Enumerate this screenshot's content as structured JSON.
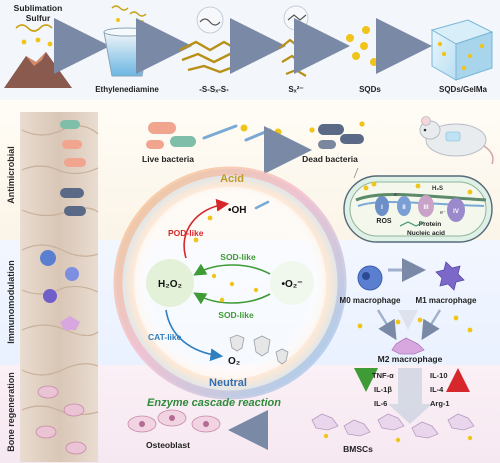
{
  "top_flow": {
    "source_label_line1": "Sublimation",
    "source_label_line2": "Sulfur",
    "steps": [
      "Ethylenediamine",
      "-S-Sₓ-S-",
      "Sₓ²⁻",
      "SQDs",
      "SQDs/GelMa"
    ]
  },
  "side_labels": {
    "antimicrobial": "Antimicrobial",
    "immunomodulation": "Immunomodulation",
    "bone_regeneration": "Bone regeneration"
  },
  "bacteria": {
    "live_label": "Live bacteria",
    "dead_label": "Dead bacteria",
    "cell_labels": {
      "h2s": "H₂S",
      "ros": "ROS",
      "protein": "Protein",
      "nucleic_acid": "Nucleic acid",
      "complex_1": "I",
      "complex_2": "II",
      "complex_3": "III",
      "complex_4": "IV",
      "electron": "e⁻"
    }
  },
  "cycle": {
    "acid_label": "Acid",
    "oh_label": "•OH",
    "pod_label": "POD-like",
    "sod_label_1": "SOD-like",
    "sod_label_2": "SOD-like",
    "h2o2_label": "H₂O₂",
    "o2_radical_label": "•O₂⁻",
    "cat_label": "CAT-like",
    "o2_label": "O₂",
    "neutral_label": "Neutral",
    "enzyme_cascade_label": "Enzyme cascade reaction"
  },
  "macrophage": {
    "m0_label": "M0 macrophage",
    "m1_label": "M1 macrophage",
    "m2_label": "M2 macrophage",
    "down_markers": [
      "TNF-α",
      "IL-1β",
      "IL-6"
    ],
    "up_markers": [
      "IL-10",
      "IL-4",
      "Arg-1"
    ]
  },
  "bone": {
    "osteoblast_label": "Osteoblast",
    "bmsc_label": "BMSCs"
  },
  "colors": {
    "pod": "#d6282c",
    "sod": "#3e9b35",
    "cat": "#2f7fc1",
    "neutral": "#2f6fb5",
    "acid": "#c29a25",
    "sulfur": "#f0c419",
    "up_arrow": "#e85a2a",
    "down_arrow": "#3fae49"
  }
}
